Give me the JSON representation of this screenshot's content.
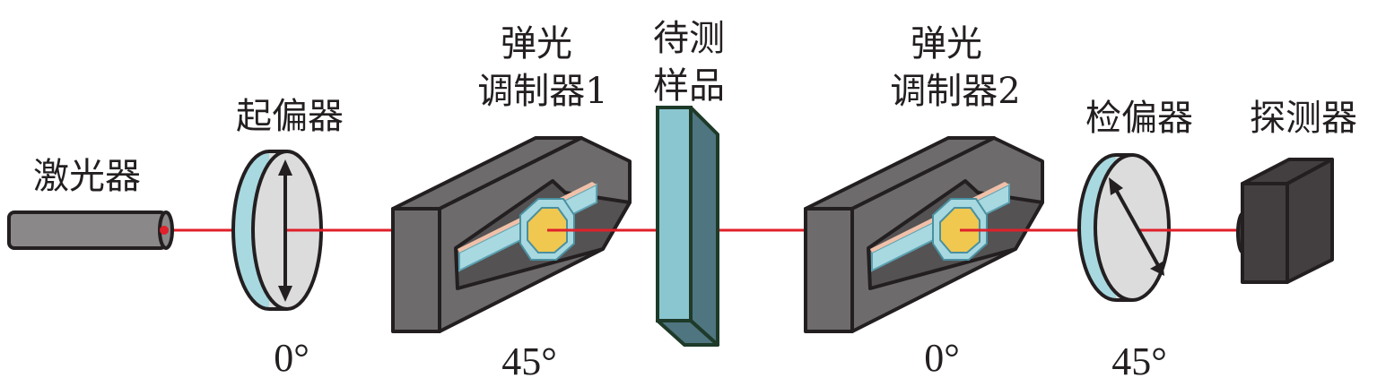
{
  "title": "Photoelastic modulation polarimetry setup",
  "components": [
    {
      "id": "laser",
      "label_lines": [
        "激光器"
      ],
      "angle": ""
    },
    {
      "id": "polarizer",
      "label_lines": [
        "起偏器"
      ],
      "angle": "0°"
    },
    {
      "id": "pem1",
      "label_lines": [
        "弹光",
        "调制器1"
      ],
      "angle": "45°"
    },
    {
      "id": "sample",
      "label_lines": [
        "待测",
        "样品"
      ],
      "angle": ""
    },
    {
      "id": "pem2",
      "label_lines": [
        "弹光",
        "调制器2"
      ],
      "angle": "0°"
    },
    {
      "id": "analyzer",
      "label_lines": [
        "检偏器"
      ],
      "angle": "45°"
    },
    {
      "id": "detector",
      "label_lines": [
        "探测器"
      ],
      "angle": ""
    }
  ],
  "colors": {
    "beam": "#e0202a",
    "block": "#6d6b6c",
    "detector": "#433f40",
    "crystal": "#a8d8e0",
    "octagon": "#f0c850",
    "sample_front": "#8ac6d0",
    "sample_side": "#4f7580",
    "lens": "#dcdcdc",
    "rim": "#a8d8e0"
  }
}
